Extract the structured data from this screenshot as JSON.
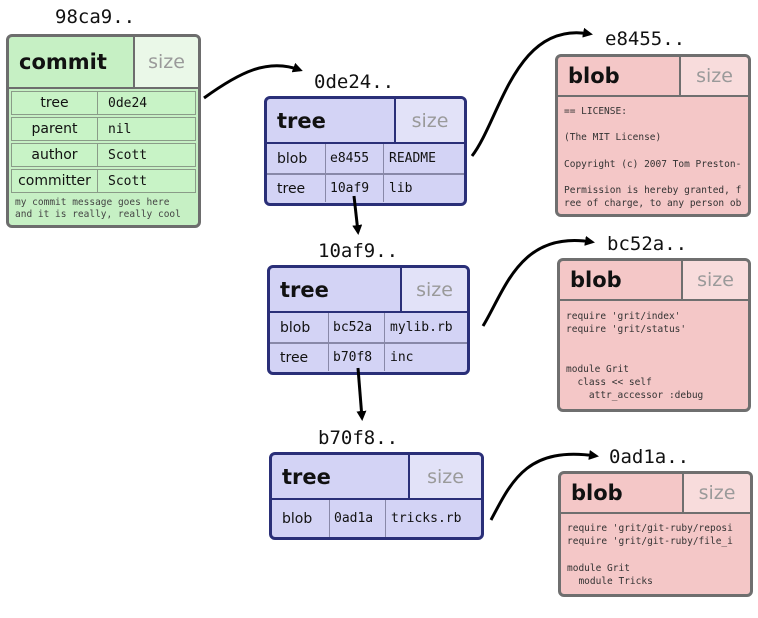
{
  "commit": {
    "hash": "98ca9..",
    "type": "commit",
    "size": "size",
    "fields": [
      {
        "key": "tree",
        "value": "0de24"
      },
      {
        "key": "parent",
        "value": "nil"
      },
      {
        "key": "author",
        "value": "Scott"
      },
      {
        "key": "committer",
        "value": "Scott"
      }
    ],
    "message": [
      "my commit message goes here",
      "and it is really, really cool"
    ]
  },
  "trees": [
    {
      "hash": "0de24..",
      "type": "tree",
      "size": "size",
      "entries": [
        {
          "kind": "blob",
          "sha": "e8455",
          "name": "README"
        },
        {
          "kind": "tree",
          "sha": "10af9",
          "name": "lib"
        }
      ]
    },
    {
      "hash": "10af9..",
      "type": "tree",
      "size": "size",
      "entries": [
        {
          "kind": "blob",
          "sha": "bc52a",
          "name": "mylib.rb"
        },
        {
          "kind": "tree",
          "sha": "b70f8",
          "name": "inc"
        }
      ]
    },
    {
      "hash": "b70f8..",
      "type": "tree",
      "size": "size",
      "entries": [
        {
          "kind": "blob",
          "sha": "0ad1a",
          "name": "tricks.rb"
        }
      ]
    }
  ],
  "blobs": [
    {
      "hash": "e8455..",
      "type": "blob",
      "size": "size",
      "content": "== LICENSE:\n\n(The MIT License)\n\nCopyright (c) 2007 Tom Preston-\n\nPermission is hereby granted, f\nree of charge, to any person ob"
    },
    {
      "hash": "bc52a..",
      "type": "blob",
      "size": "size",
      "content": "require 'grit/index'\nrequire 'grit/status'\n\n\nmodule Grit\n  class << self\n    attr_accessor :debug"
    },
    {
      "hash": "0ad1a..",
      "type": "blob",
      "size": "size",
      "content": "require 'grit/git-ruby/reposi\nrequire 'grit/git-ruby/file_i\n\nmodule Grit\n  module Tricks"
    }
  ]
}
